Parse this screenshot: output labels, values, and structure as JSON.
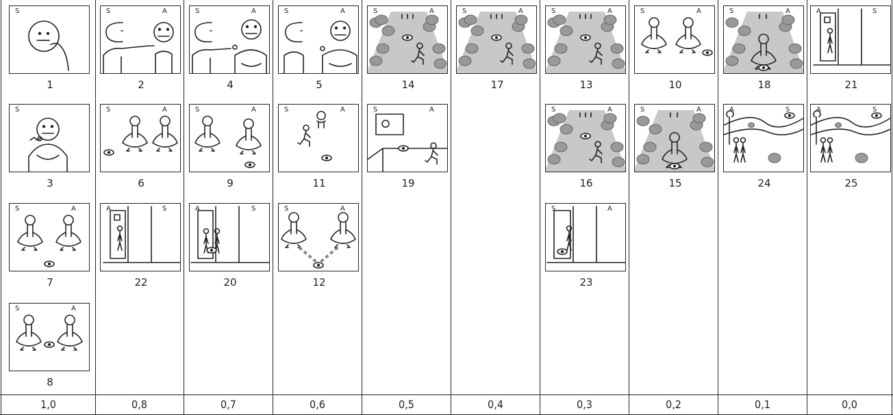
{
  "columns": [
    {
      "value": "1,0",
      "tiles": [
        {
          "num": "1",
          "scene": "face-finger",
          "labels": [
            "S"
          ]
        },
        {
          "num": "3",
          "scene": "man-toy",
          "labels": [
            "S"
          ]
        },
        {
          "num": "7",
          "scene": "two-sit-eye-right",
          "labels": [
            "S",
            "A"
          ]
        },
        {
          "num": "8",
          "scene": "two-sit-eye-middle",
          "labels": [
            "S",
            "A"
          ]
        }
      ]
    },
    {
      "value": "0,8",
      "tiles": [
        {
          "num": "2",
          "scene": "point-face",
          "labels": [
            "S",
            "A"
          ]
        },
        {
          "num": "6",
          "scene": "two-sit-eye-left",
          "labels": [
            "S",
            "A"
          ]
        },
        {
          "num": "22",
          "scene": "door-room",
          "labels": [
            "A",
            "S"
          ]
        }
      ]
    },
    {
      "value": "0,7",
      "tiles": [
        {
          "num": "4",
          "scene": "point-toy",
          "labels": [
            "S",
            "A"
          ]
        },
        {
          "num": "9",
          "scene": "two-sit-eye-bottom",
          "labels": [
            "S",
            "A"
          ]
        },
        {
          "num": "20",
          "scene": "door-room2",
          "labels": [
            "A",
            "S"
          ]
        }
      ]
    },
    {
      "value": "0,6",
      "tiles": [
        {
          "num": "5",
          "scene": "two-faces-toy",
          "labels": [
            "S",
            "A"
          ]
        },
        {
          "num": "11",
          "scene": "kneel-float",
          "labels": [
            "S",
            "A"
          ]
        },
        {
          "num": "12",
          "scene": "two-sit-gaze",
          "labels": [
            "S",
            "A"
          ]
        }
      ]
    },
    {
      "value": "0,5",
      "tiles": [
        {
          "num": "14",
          "scene": "meadow",
          "labels": [
            "S",
            "A"
          ]
        },
        {
          "num": "19",
          "scene": "window-room",
          "labels": [
            "S",
            "A"
          ]
        }
      ]
    },
    {
      "value": "0,4",
      "tiles": [
        {
          "num": "17",
          "scene": "meadow",
          "labels": [
            "S",
            "A"
          ]
        }
      ]
    },
    {
      "value": "0,3",
      "tiles": [
        {
          "num": "13",
          "scene": "meadow",
          "labels": [
            "S",
            "A"
          ]
        },
        {
          "num": "16",
          "scene": "meadow",
          "labels": [
            "S",
            "A"
          ]
        },
        {
          "num": "23",
          "scene": "door-room3",
          "labels": [
            "S",
            "A"
          ]
        }
      ]
    },
    {
      "value": "0,2",
      "tiles": [
        {
          "num": "10",
          "scene": "two-sit-eye-far",
          "labels": [
            "S",
            "A"
          ]
        },
        {
          "num": "15",
          "scene": "meadow-sit",
          "labels": [
            "S",
            "A"
          ]
        }
      ]
    },
    {
      "value": "0,1",
      "tiles": [
        {
          "num": "18",
          "scene": "meadow-sit",
          "labels": [
            "S",
            "A"
          ]
        },
        {
          "num": "24",
          "scene": "river",
          "labels": [
            "A",
            "S"
          ]
        }
      ]
    },
    {
      "value": "0,0",
      "tiles": [
        {
          "num": "21",
          "scene": "door-room",
          "labels": [
            "A",
            "S"
          ]
        },
        {
          "num": "25",
          "scene": "river",
          "labels": [
            "A",
            "S"
          ]
        }
      ]
    }
  ]
}
